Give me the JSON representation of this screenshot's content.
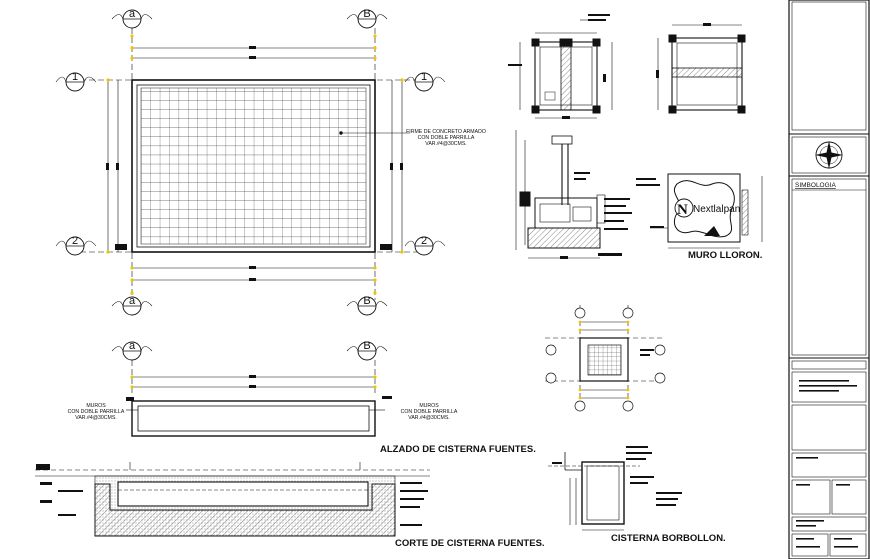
{
  "grid_labels": {
    "a": "a",
    "b": "B",
    "one": "1",
    "two": "2"
  },
  "notes": {
    "firme_line1": "FIRME DE CONCRETO ARMADO",
    "firme_line2": "CON DOBLE PARRILLA",
    "firme_line3": "VAR.#4@30CMS.",
    "muros_line1": "MUROS",
    "muros_line2": "CON DOBLE PARRILLA",
    "muros_line3": "VAR.#4@30CMS."
  },
  "titles": {
    "alzado": "ALZADO DE CISTERNA FUENTES.",
    "corte": "CORTE DE CISTERNA FUENTES.",
    "borbollon": "CISTERNA BORBOLLON.",
    "muro_lloron": "MURO LLORON."
  },
  "logo_text": "Nextlalpan",
  "title_block": {
    "simbologia": "SIMBOLOGIA"
  },
  "colors": {
    "line": "#111111",
    "accent": "#f2c400",
    "hatch": "#555555",
    "grid": "#444444"
  }
}
